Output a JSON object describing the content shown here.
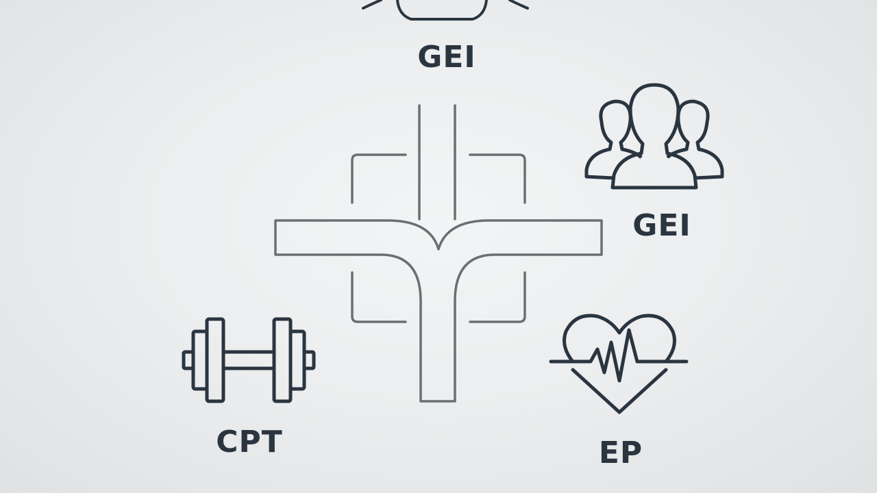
{
  "nodes": [
    {
      "id": "top",
      "label": "GEI",
      "icon": "hand-dish-icon"
    },
    {
      "id": "right",
      "label": "GEI",
      "icon": "group-people-icon"
    },
    {
      "id": "bottom-left",
      "label": "CPT",
      "icon": "dumbbell-icon"
    },
    {
      "id": "bottom-right",
      "label": "EP",
      "icon": "heartbeat-heart-icon"
    }
  ],
  "center": {
    "icon": "crossroads-junction-icon"
  },
  "colors": {
    "ink": "#2a3540",
    "junction": "#6b6f73",
    "background": "#eceeef"
  }
}
